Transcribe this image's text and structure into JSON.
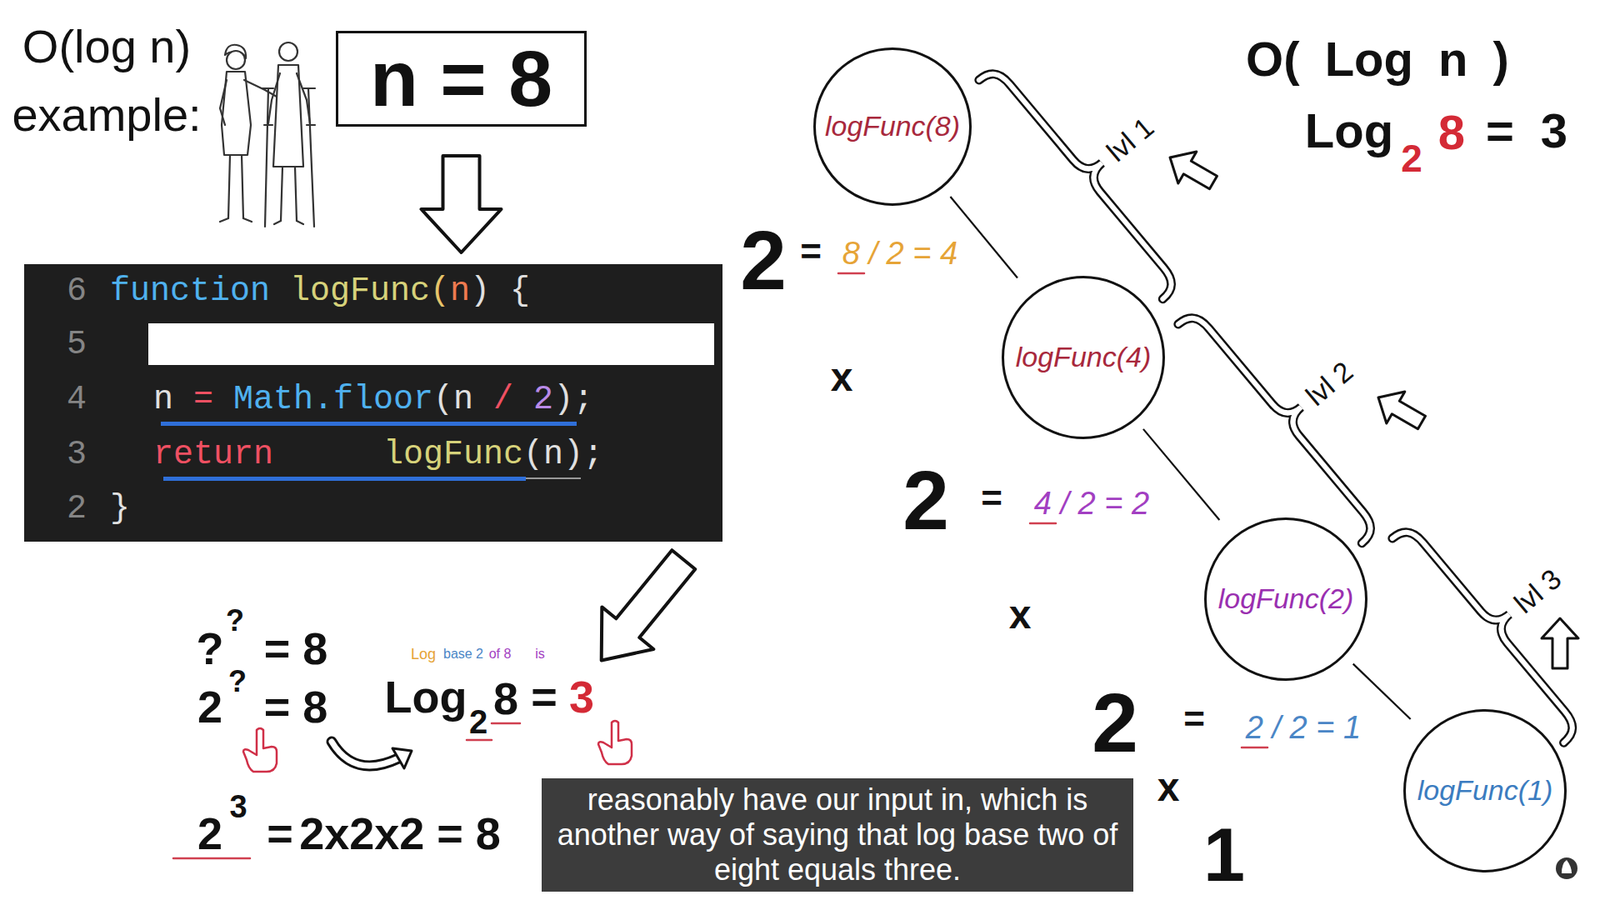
{
  "diagram": {
    "nodes": [
      {
        "text": [
          "n = 8"
        ]
      },
      {
        "text": [
          "6",
          "function",
          "logFunc",
          "(",
          "n",
          ") {",
          "5",
          "4",
          "n",
          "=",
          "Math.floor",
          "(n",
          "/",
          "2",
          ");",
          "3",
          "return",
          "logFunc",
          "(n);",
          "2",
          "}"
        ]
      },
      {
        "text": [
          "logFunc(8)"
        ]
      },
      {
        "text": [
          "logFunc(4)"
        ]
      },
      {
        "text": [
          "logFunc(2)"
        ]
      },
      {
        "text": [
          "logFunc(1)"
        ]
      },
      {
        "text": [
          "reasonably have our input in, which is another way of saying that log base two of eight equals three."
        ]
      }
    ],
    "edges": [
      {
        "from": 0,
        "to": 1,
        "arrow": "to"
      },
      {
        "from": 2,
        "to": 3,
        "arrow": "none"
      },
      {
        "from": 3,
        "to": 4,
        "arrow": "none"
      },
      {
        "from": 4,
        "to": 5,
        "arrow": "none"
      }
    ],
    "labels": [
      "O(log n)",
      "example:",
      "O( Log n )",
      "Log",
      "2",
      "8",
      "=",
      "3",
      "lvl 1",
      "lvl 2",
      "lvl 3",
      "2",
      "=",
      "8 / 2 = 4",
      "x",
      "2",
      "=",
      "4 / 2 = 2",
      "x",
      "2",
      "=",
      "2 / 2 = 1",
      "x",
      "1",
      "?",
      "?",
      "= 8",
      "2",
      "?",
      "= 8",
      "Log",
      "base 2",
      "of 8",
      "is",
      "Log",
      "2",
      "8",
      "=",
      "3",
      "2",
      "3",
      "=",
      "2x2x2 = 8"
    ]
  }
}
